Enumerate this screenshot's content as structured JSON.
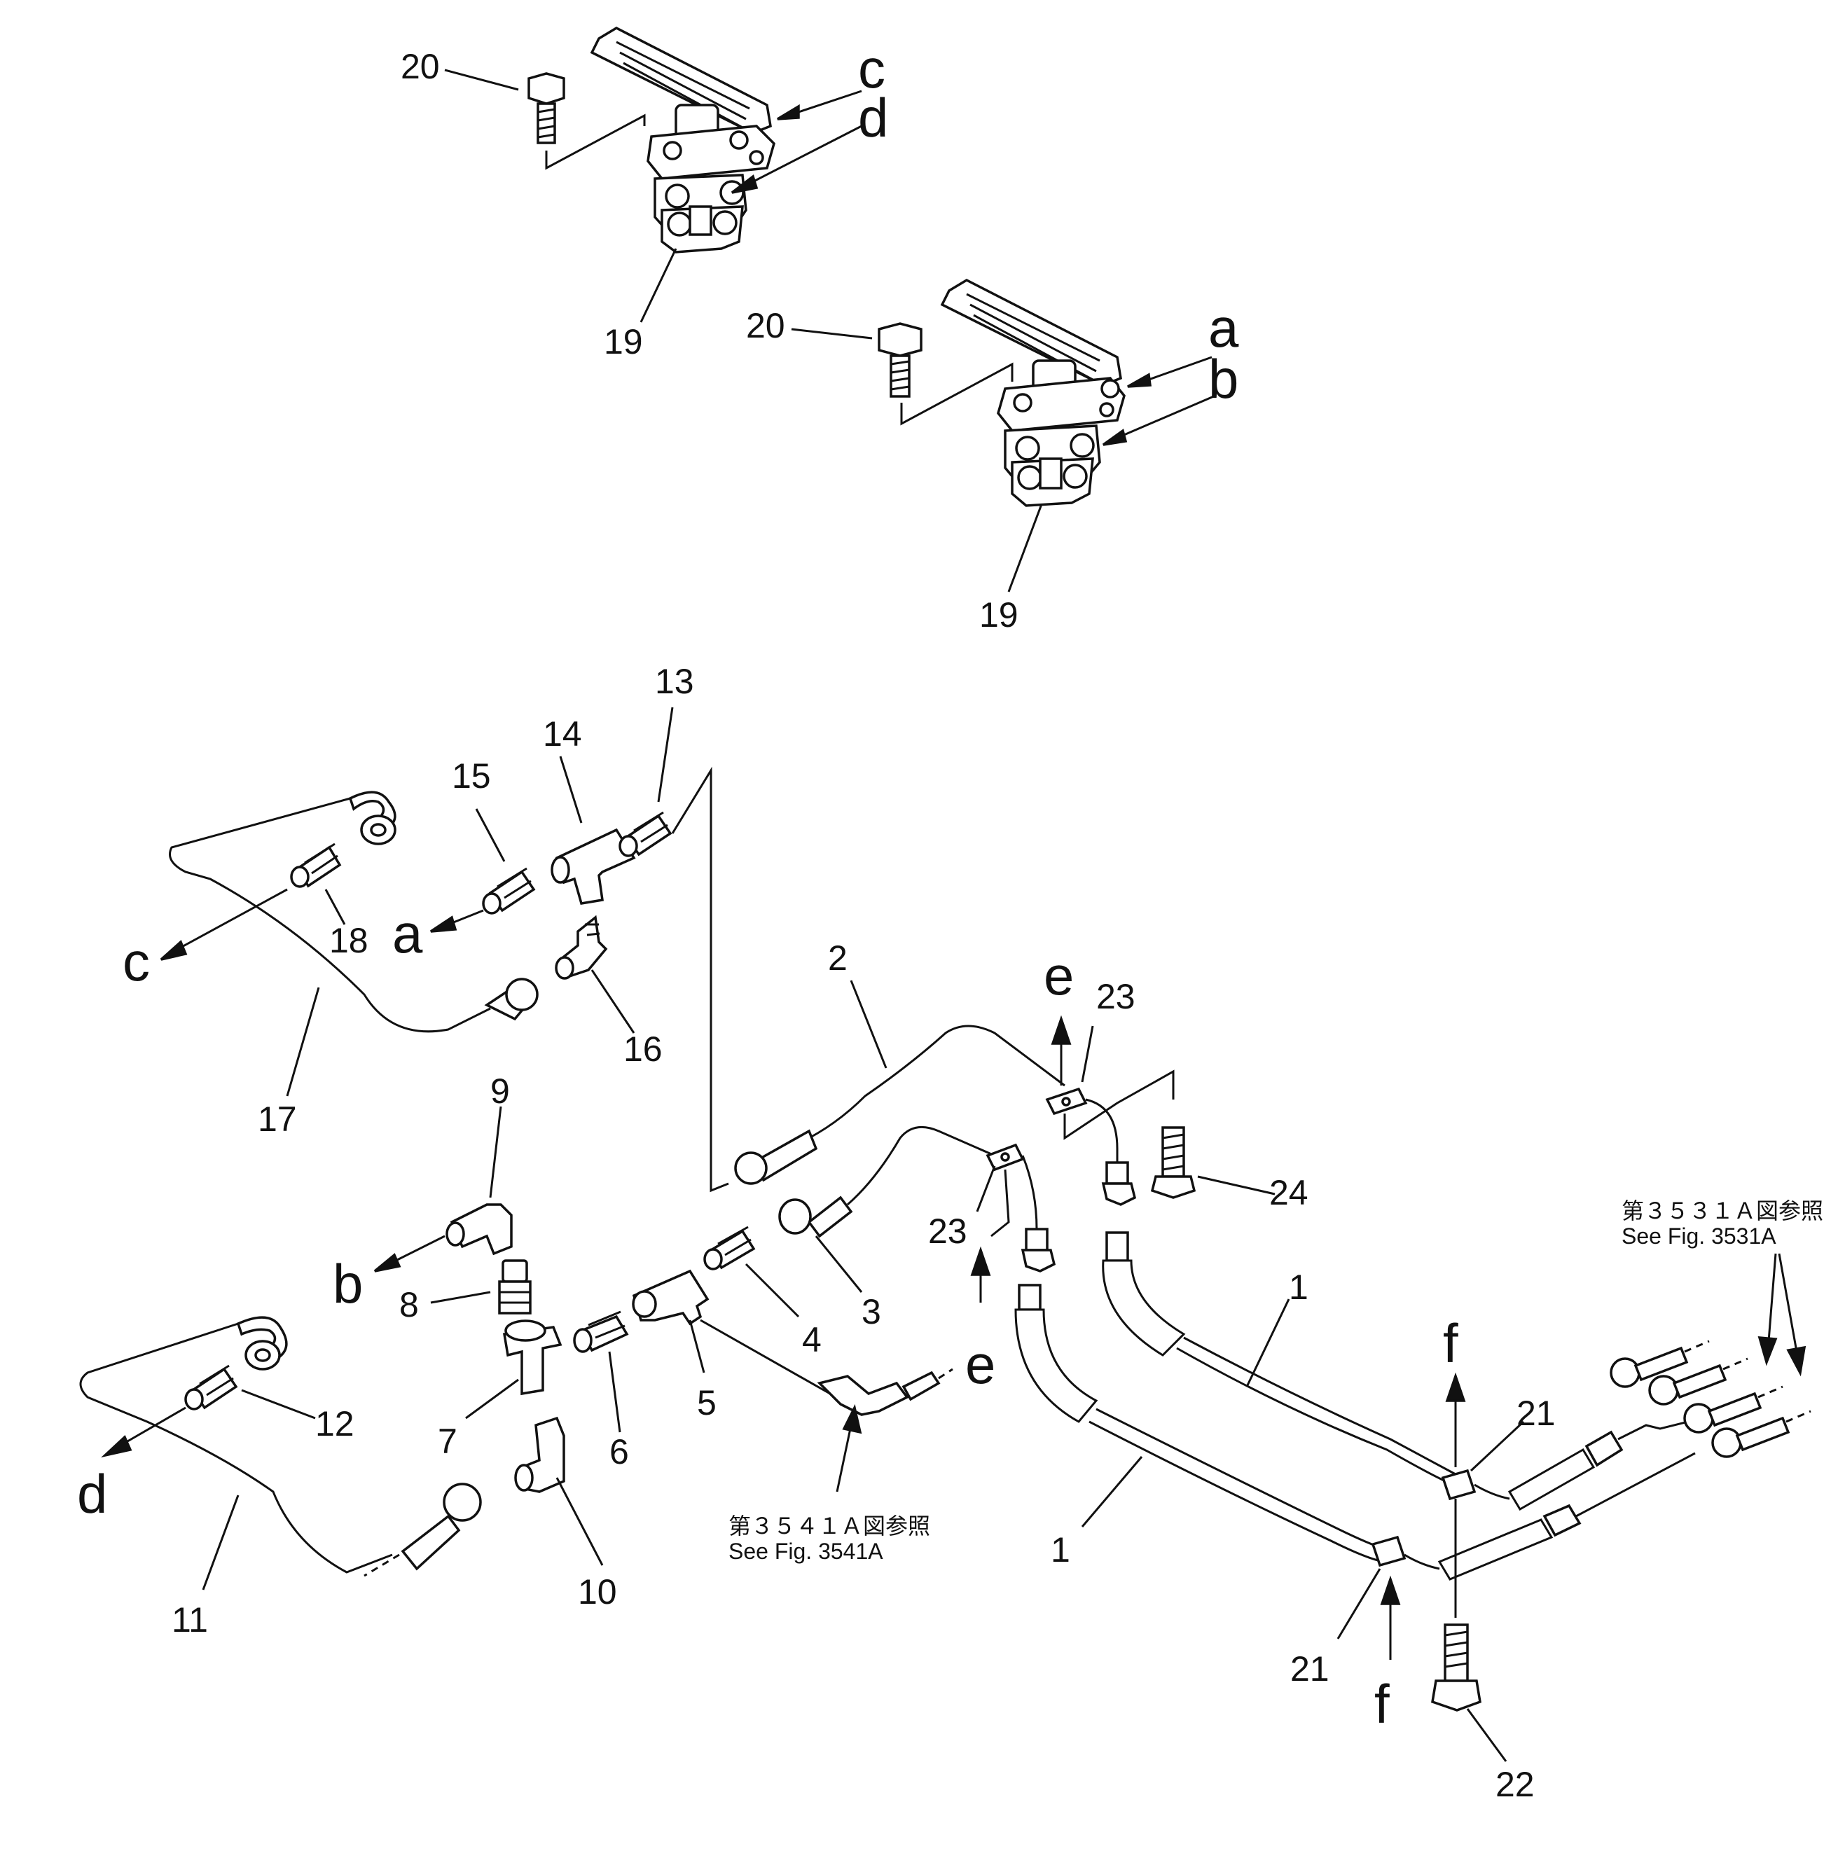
{
  "callouts": {
    "n1a": "1",
    "n1b": "1",
    "n2": "2",
    "n3": "3",
    "n4": "4",
    "n5": "5",
    "n6": "6",
    "n7": "7",
    "n8": "8",
    "n9": "9",
    "n10": "10",
    "n11": "11",
    "n12": "12",
    "n13": "13",
    "n14": "14",
    "n15": "15",
    "n16": "16",
    "n17": "17",
    "n18": "18",
    "n19a": "19",
    "n19b": "19",
    "n20a": "20",
    "n20b": "20",
    "n21a": "21",
    "n21b": "21",
    "n22": "22",
    "n23a": "23",
    "n23b": "23",
    "n24": "24"
  },
  "letters": {
    "a_top": "a",
    "b_top": "b",
    "c_top": "c",
    "d_top": "d",
    "a_mid": "a",
    "b_mid": "b",
    "c_mid": "c",
    "d_mid": "d",
    "e_up": "e",
    "e_down": "e",
    "f_up": "f",
    "f_down": "f"
  },
  "references": {
    "right_jp": "第３５３１Ａ図参照",
    "right_en": "See Fig. 3531A",
    "center_jp": "第３５４１Ａ図参照",
    "center_en": "See Fig. 3541A"
  }
}
